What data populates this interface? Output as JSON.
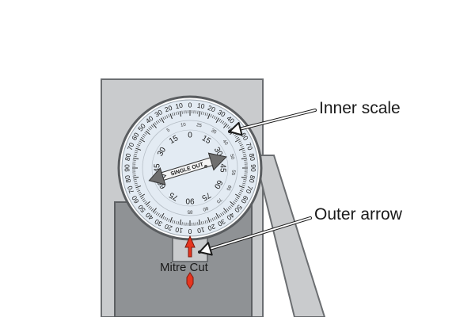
{
  "labels": {
    "inner_scale": "Inner scale",
    "outer_arrow": "Outer arrow",
    "mitre_cut": "Mitre Cut",
    "pointer_text": "SINGLE OUT"
  },
  "dial": {
    "outer_ticks": [
      "0",
      "10",
      "20",
      "30",
      "40",
      "50",
      "60",
      "70",
      "80",
      "90",
      "80",
      "70",
      "60",
      "50",
      "40",
      "30",
      "20",
      "10",
      "0",
      "10",
      "20",
      "30",
      "40",
      "50",
      "60",
      "70",
      "80",
      "90",
      "80",
      "70",
      "60",
      "50",
      "40",
      "30",
      "20",
      "10"
    ],
    "inner_numbers": [
      "0",
      "15",
      "30",
      "45",
      "60",
      "75",
      "90",
      "75",
      "60",
      "45",
      "30",
      "15"
    ],
    "mid_numbers": [
      "5",
      "10",
      "25",
      "35",
      "40",
      "50",
      "55",
      "65",
      "70",
      "80",
      "85"
    ]
  },
  "colors": {
    "body": "#c9cbcd",
    "body_dark": "#6b6e71",
    "dial_face": "#e3ebf3",
    "dial_rim": "#5a5d60",
    "pointer": "#6f6f6f",
    "marker": "#e6351f",
    "text": "#1a1a1a"
  }
}
